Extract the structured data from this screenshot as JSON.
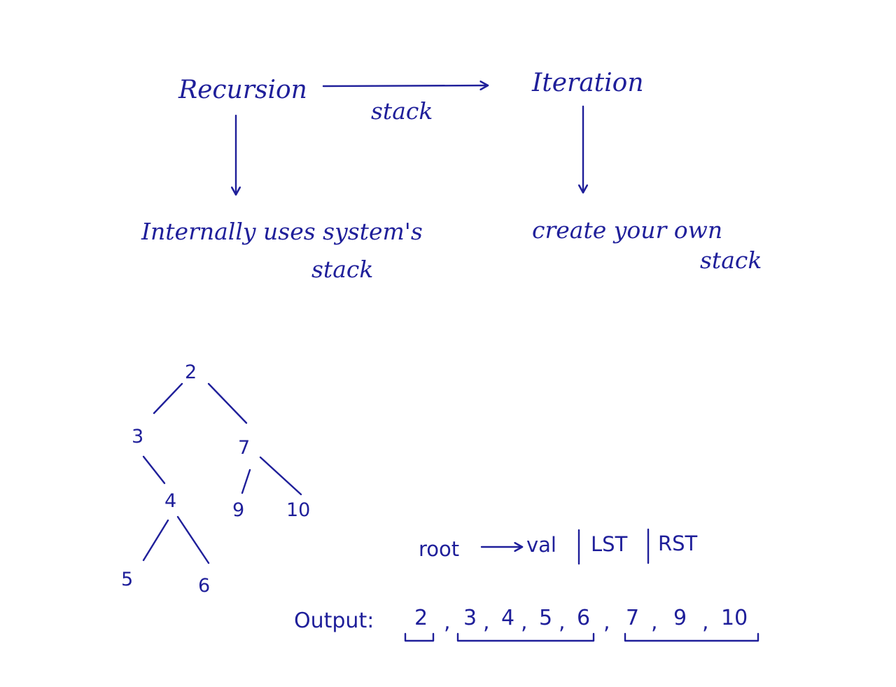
{
  "labels": {
    "recursion": "Recursion",
    "iteration": "Iteration",
    "arrow_label": "stack",
    "recursion_note_line1": "Internally uses system's",
    "recursion_note_line2": "stack",
    "iteration_note_line1": "create your own",
    "iteration_note_line2": "stack"
  },
  "tree": {
    "nodes": [
      {
        "id": "n2",
        "label": "2"
      },
      {
        "id": "n3",
        "label": "3"
      },
      {
        "id": "n7",
        "label": "7"
      },
      {
        "id": "n4",
        "label": "4"
      },
      {
        "id": "n9",
        "label": "9"
      },
      {
        "id": "n10",
        "label": "10"
      },
      {
        "id": "n5",
        "label": "5"
      },
      {
        "id": "n6",
        "label": "6"
      }
    ]
  },
  "order": {
    "root": "root",
    "val": "val",
    "lst": "LST",
    "rst": "RST"
  },
  "output": {
    "label": "Output:",
    "items": [
      "2",
      "3",
      "4",
      "5",
      "6",
      "7",
      "9",
      "10"
    ]
  }
}
